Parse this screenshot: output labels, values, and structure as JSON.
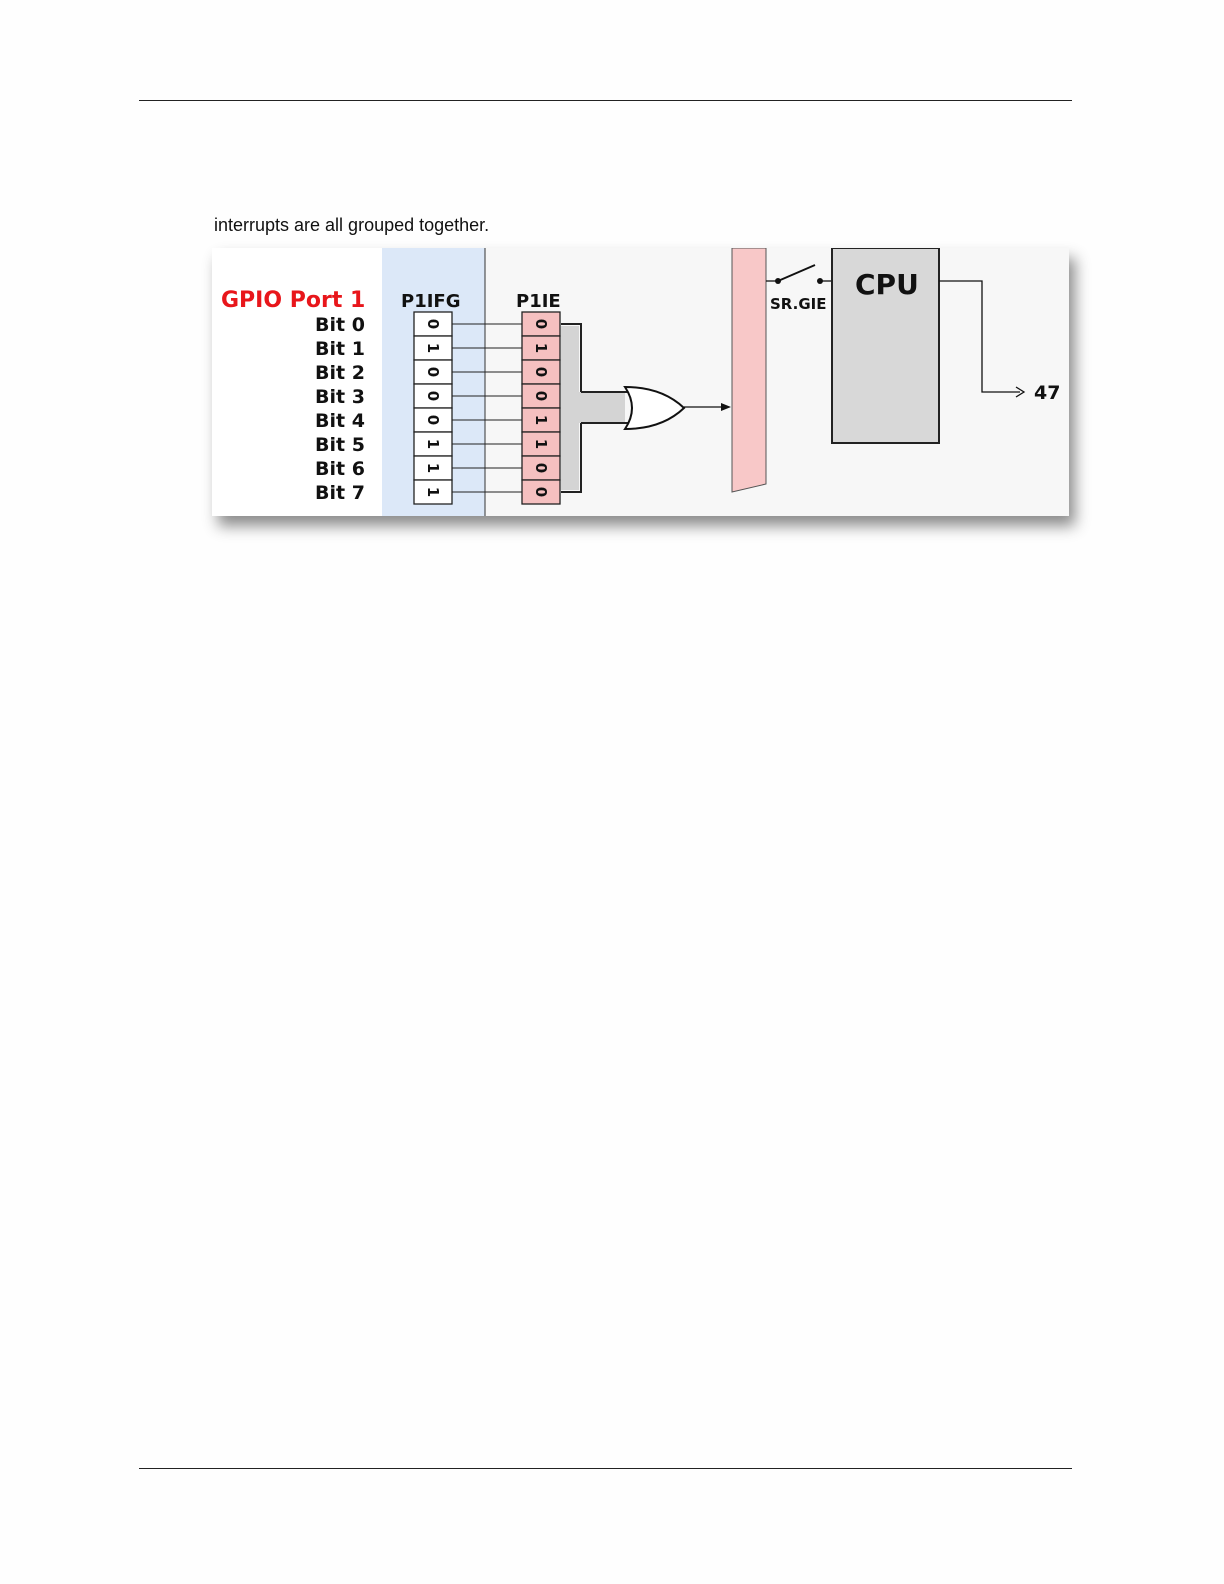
{
  "caption": "interrupts are all grouped together.",
  "diagram": {
    "port_title": "GPIO Port 1",
    "bit_labels": [
      "Bit 0",
      "Bit 1",
      "Bit 2",
      "Bit 3",
      "Bit 4",
      "Bit 5",
      "Bit 6",
      "Bit 7"
    ],
    "ifg_header": "P1IFG",
    "ie_header": "P1IE",
    "ifg_bits": [
      "0",
      "1",
      "0",
      "0",
      "0",
      "1",
      "1",
      "1"
    ],
    "ie_bits": [
      "0",
      "1",
      "0",
      "0",
      "1",
      "1",
      "0",
      "0"
    ],
    "gie_label": "SR.GIE",
    "cpu_label": "CPU",
    "vector_label": "47",
    "colors": {
      "port_title": "#e8161b",
      "ifg_band": "#dce8f8",
      "ie_cell": "#f5c0c0",
      "mux": "#f8c8c8",
      "cpu": "#d8d8d8",
      "bus": "#d4d4d4"
    }
  }
}
